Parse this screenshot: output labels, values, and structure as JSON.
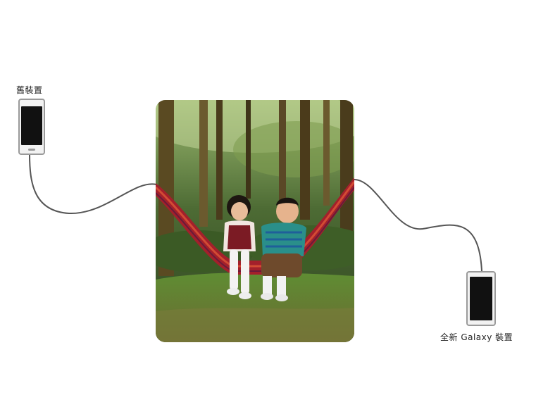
{
  "old_device": {
    "label": "舊裝置",
    "icon": "smartphone-icon"
  },
  "new_device": {
    "label": "全新 Galaxy 裝置",
    "icon": "smartphone-icon"
  },
  "photo": {
    "subject": "children-on-hammock-photo"
  },
  "colors": {
    "background": "#ffffff",
    "cable": "#555555",
    "phone_screen": "#111111",
    "hammock": "#a3202b",
    "grass": "#4f7f2a",
    "forest": "#2f4a24"
  }
}
